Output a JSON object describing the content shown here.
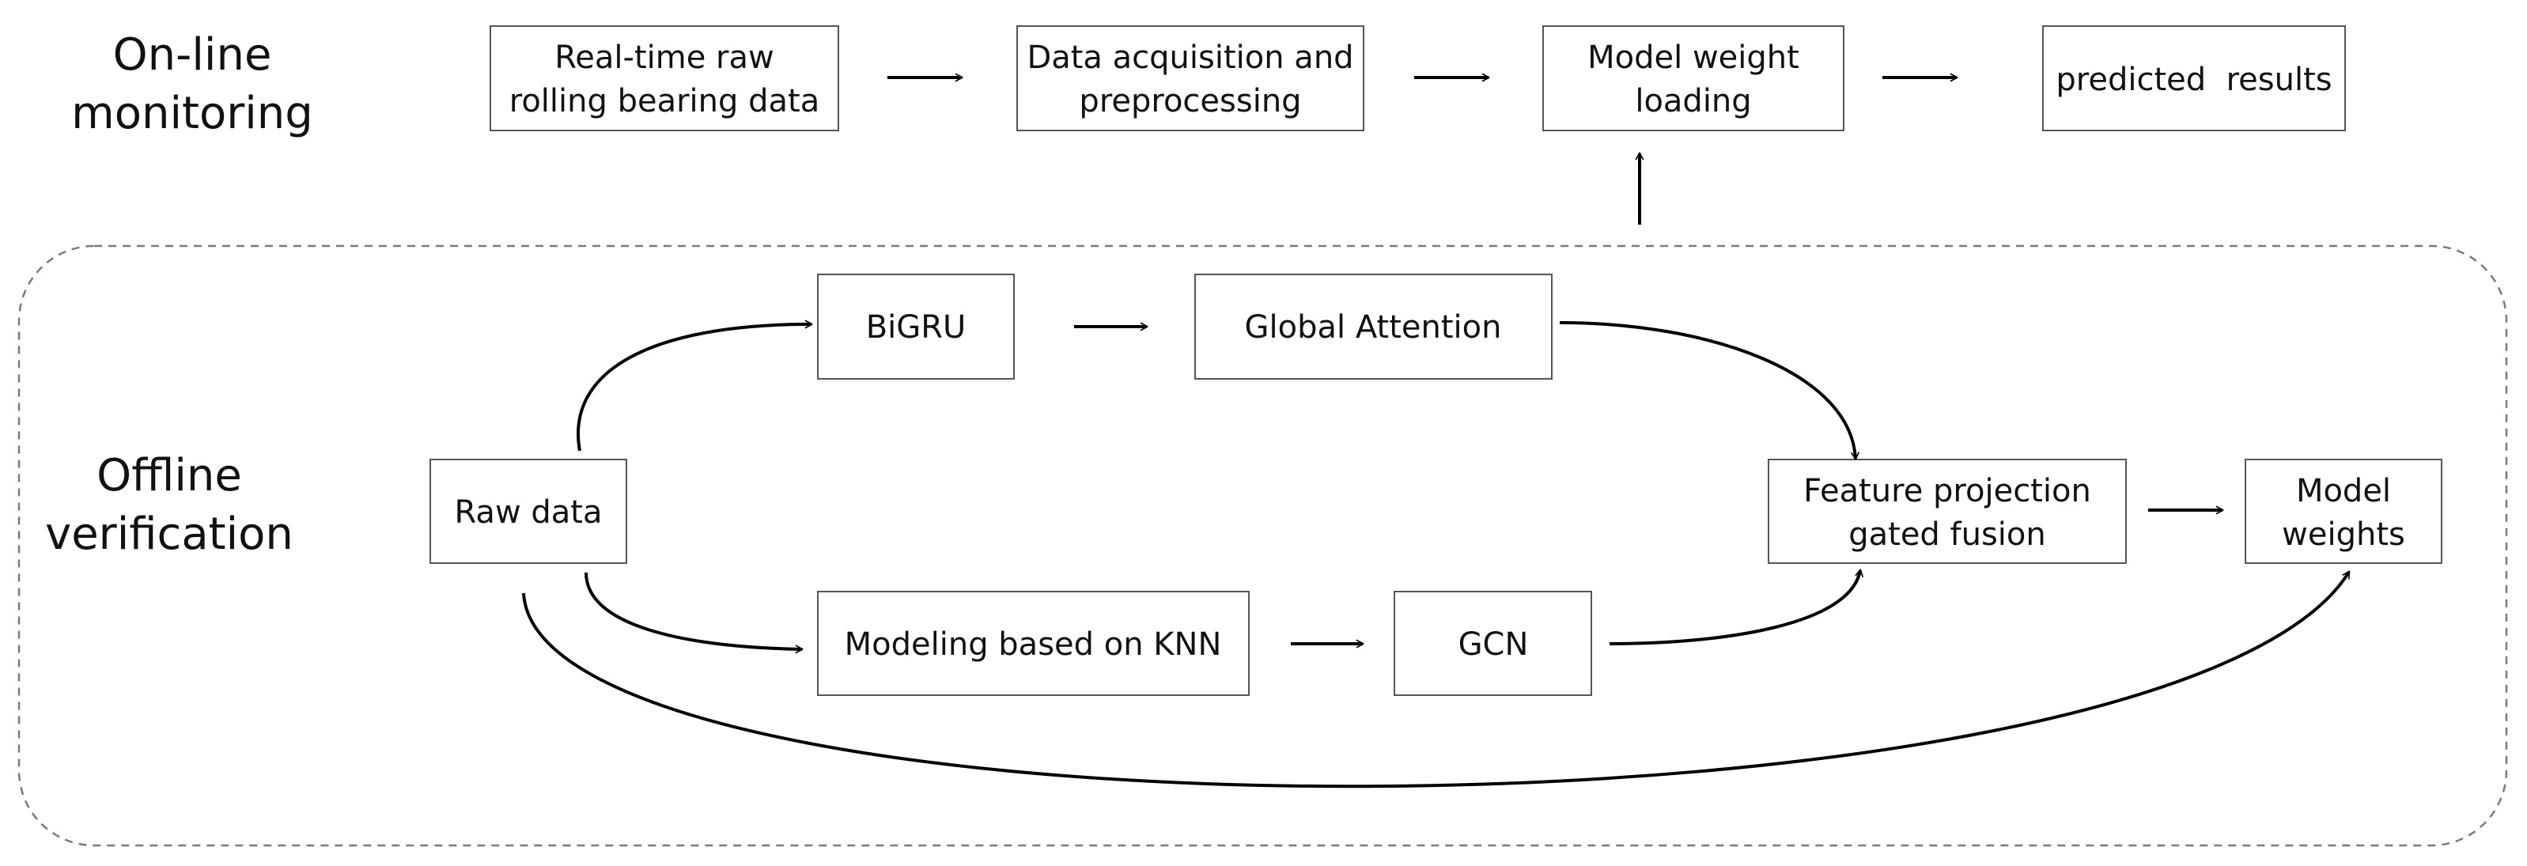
{
  "sections": {
    "online": [
      "On-line",
      "monitoring"
    ],
    "offline": [
      "Offline",
      "verification"
    ]
  },
  "nodes": {
    "realtime_raw": [
      "Real-time raw",
      "rolling bearing data"
    ],
    "data_acquisition": [
      "Data acquisition and",
      "preprocessing"
    ],
    "model_weight_loading": [
      "Model weight",
      "loading"
    ],
    "predicted_results": [
      "predicted  results"
    ],
    "bigru": [
      "BiGRU"
    ],
    "global_attention": [
      "Global Attention"
    ],
    "raw_data": [
      "Raw data"
    ],
    "feature_fusion": [
      "Feature projection",
      "gated fusion"
    ],
    "model_weights": [
      "Model",
      "weights"
    ],
    "knn_modeling": [
      "Modeling based on KNN"
    ],
    "gcn": [
      "GCN"
    ]
  }
}
